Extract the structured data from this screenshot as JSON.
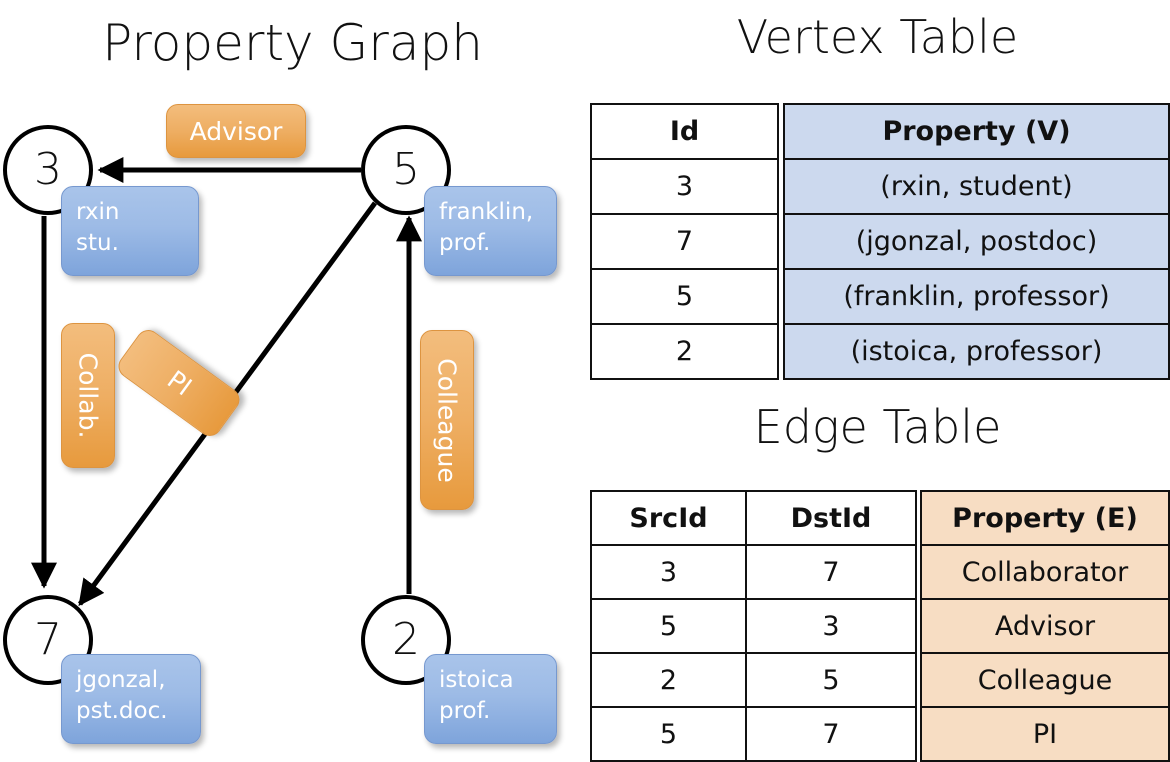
{
  "titles": {
    "property_graph": "Property Graph",
    "vertex_table": "Vertex Table",
    "edge_table": "Edge Table"
  },
  "graph": {
    "nodes": [
      {
        "id": "3",
        "property": "rxin\nstu."
      },
      {
        "id": "5",
        "property": "franklin,\nprof."
      },
      {
        "id": "7",
        "property": "jgonzal,\npst.doc."
      },
      {
        "id": "2",
        "property": "istoica\nprof."
      }
    ],
    "edge_labels": [
      {
        "label": "Advisor",
        "orientation": "horizontal"
      },
      {
        "label": "Collab.",
        "orientation": "vertical"
      },
      {
        "label": "PI",
        "orientation": "diagonal"
      },
      {
        "label": "Colleague",
        "orientation": "vertical"
      }
    ],
    "edges": [
      {
        "from": "5",
        "to": "3",
        "label": "Advisor"
      },
      {
        "from": "3",
        "to": "7",
        "label": "Collab."
      },
      {
        "from": "5",
        "to": "7",
        "label": "PI"
      },
      {
        "from": "2",
        "to": "5",
        "label": "Colleague"
      }
    ]
  },
  "vertex_table": {
    "headers": [
      "Id",
      "Property (V)"
    ],
    "rows": [
      {
        "id": "3",
        "property": "(rxin, student)"
      },
      {
        "id": "7",
        "property": "(jgonzal, postdoc)"
      },
      {
        "id": "5",
        "property": "(franklin, professor)"
      },
      {
        "id": "2",
        "property": "(istoica, professor)"
      }
    ]
  },
  "edge_table": {
    "headers": [
      "SrcId",
      "DstId",
      "Property (E)"
    ],
    "rows": [
      {
        "src": "3",
        "dst": "7",
        "property": "Collaborator"
      },
      {
        "src": "5",
        "dst": "3",
        "property": "Advisor"
      },
      {
        "src": "2",
        "dst": "5",
        "property": "Colleague"
      },
      {
        "src": "5",
        "dst": "7",
        "property": "PI"
      }
    ]
  },
  "colors": {
    "vertex_box": "#9dbbe6",
    "edge_box": "#eeae63",
    "vertex_table_fill": "#ccd9ee",
    "edge_table_fill": "#f7ddc3",
    "stroke": "#111111"
  }
}
